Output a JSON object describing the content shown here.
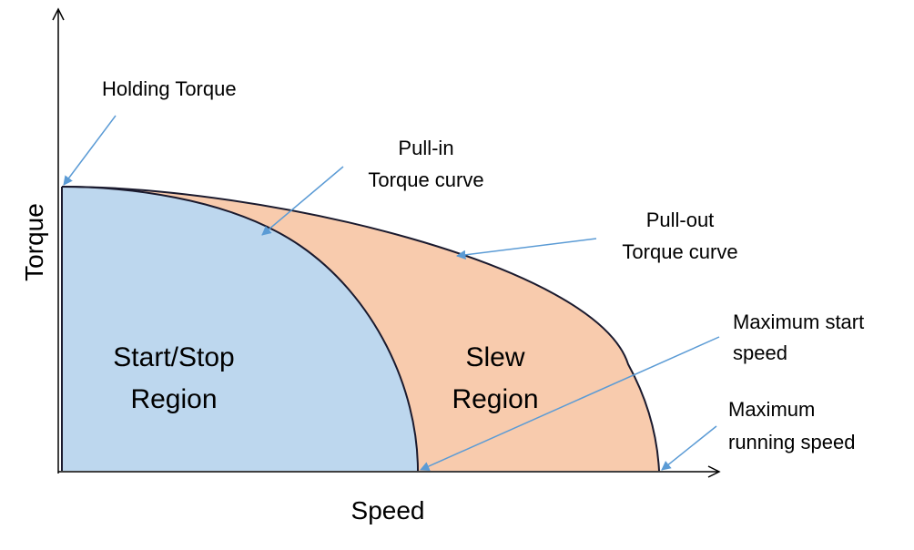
{
  "axes": {
    "x_label": "Speed",
    "y_label": "Torque"
  },
  "regions": {
    "start_stop": {
      "line1": "Start/Stop",
      "line2": "Region"
    },
    "slew": {
      "line1": "Slew",
      "line2": "Region"
    }
  },
  "annotations": {
    "holding_torque": "Holding Torque",
    "pull_in": {
      "line1": "Pull-in",
      "line2": "Torque curve"
    },
    "pull_out": {
      "line1": "Pull-out",
      "line2": "Torque curve"
    },
    "max_start_speed": {
      "line1": "Maximum start",
      "line2": "speed"
    },
    "max_running_speed": {
      "line1": "Maximum",
      "line2": "running speed"
    }
  },
  "colors": {
    "start_stop_fill": "#bdd7ee",
    "slew_fill": "#f8cbad",
    "curve_stroke": "#1a1a2e",
    "axis_stroke": "#000000",
    "arrow": "#5b9bd5"
  },
  "icons": {
    "axis_arrow": "open-arrowhead",
    "callout_arrow": "filled-arrowhead"
  }
}
